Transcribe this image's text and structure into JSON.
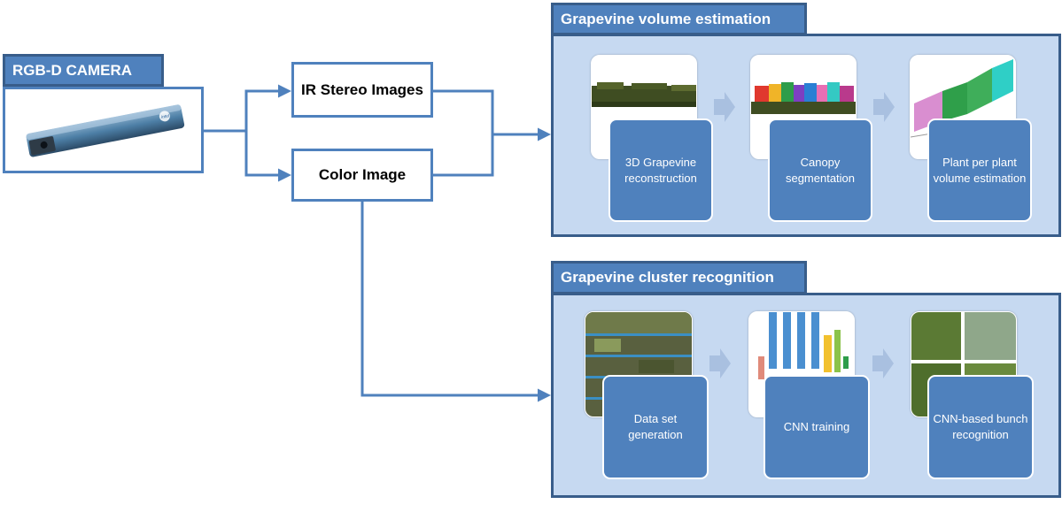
{
  "camera": {
    "header": "RGB-D CAMERA",
    "image": "intel-realsense-camera",
    "logo_text": "intel"
  },
  "inputs": {
    "ir_label": "IR Stereo Images",
    "color_label": "Color Image"
  },
  "volume": {
    "header": "Grapevine volume estimation",
    "steps": [
      "3D Grapevine reconstruction",
      "Canopy segmentation",
      "Plant per plant volume estimation"
    ]
  },
  "cluster": {
    "header": "Grapevine cluster recognition",
    "steps": [
      "Data set generation",
      "CNN training",
      "CNN-based bunch recognition"
    ]
  },
  "colors": {
    "accent": "#4f81bd",
    "border": "#385d8a",
    "panel": "#c6d9f1",
    "chevron": "#a9c0e0"
  }
}
